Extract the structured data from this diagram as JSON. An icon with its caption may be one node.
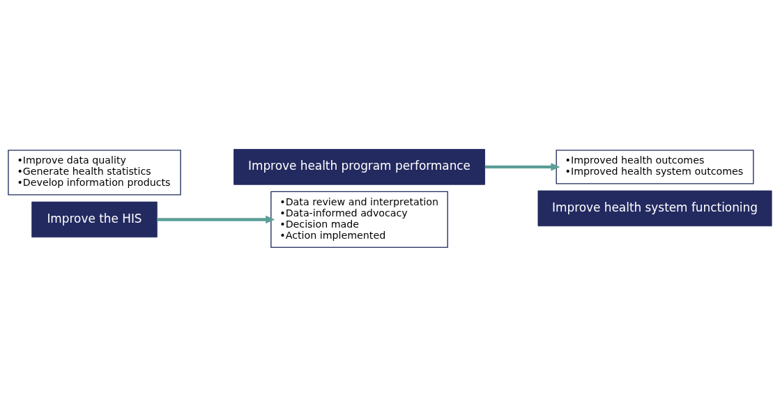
{
  "diagram": {
    "nodes": [
      {
        "text": [
          "•Improve data quality",
          "•Generate health statistics",
          "•Develop information products"
        ]
      },
      {
        "text": [
          "Improve the HIS"
        ]
      },
      {
        "text": [
          "Improve health program performance"
        ]
      },
      {
        "text": [
          "•Data review and interpretation",
          "•Data-informed advocacy",
          "•Decision made",
          "•Action implemented"
        ]
      },
      {
        "text": [
          "•Improved health outcomes",
          "•Improved health system outcomes"
        ]
      },
      {
        "text": [
          "Improve health system functioning"
        ]
      }
    ],
    "edges": [
      {
        "from": 1,
        "to": 3,
        "arrow": "to"
      },
      {
        "from": 2,
        "to": 4,
        "arrow": "to"
      }
    ]
  }
}
